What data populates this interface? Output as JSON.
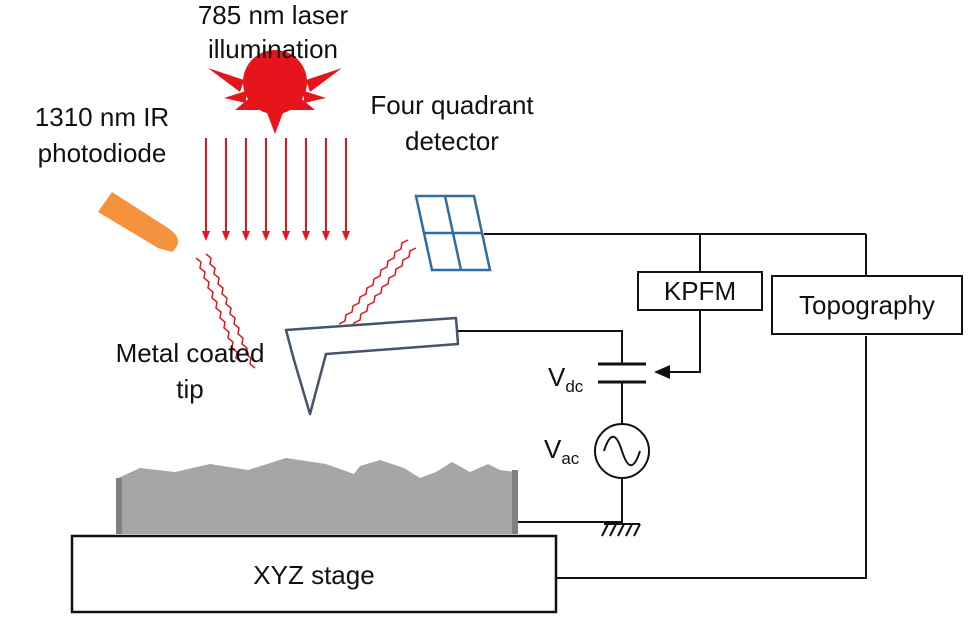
{
  "labels": {
    "laser_line1": "785 nm laser",
    "laser_line2": "illumination",
    "ir_line1": "1310 nm IR",
    "ir_line2": "photodiode",
    "detector_line1": "Four quadrant",
    "detector_line2": "detector",
    "tip_line1": "Metal coated",
    "tip_line2": "tip",
    "kpfm": "KPFM",
    "topography": "Topography",
    "vdc_main": "V",
    "vdc_sub": "dc",
    "vac_main": "V",
    "vac_sub": "ac",
    "stage": "XYZ stage"
  },
  "colors": {
    "laser": "#e8141c",
    "photodiode": "#f5923e",
    "detector": "#2e6da4",
    "cantilever": "#44546a",
    "sample": "#a6a6a6",
    "sample_edge": "#808080",
    "wire": "#111111"
  },
  "icons": {
    "sun": "laser-sun-icon",
    "ground": "ground-icon",
    "ac_source": "ac-source-icon"
  }
}
